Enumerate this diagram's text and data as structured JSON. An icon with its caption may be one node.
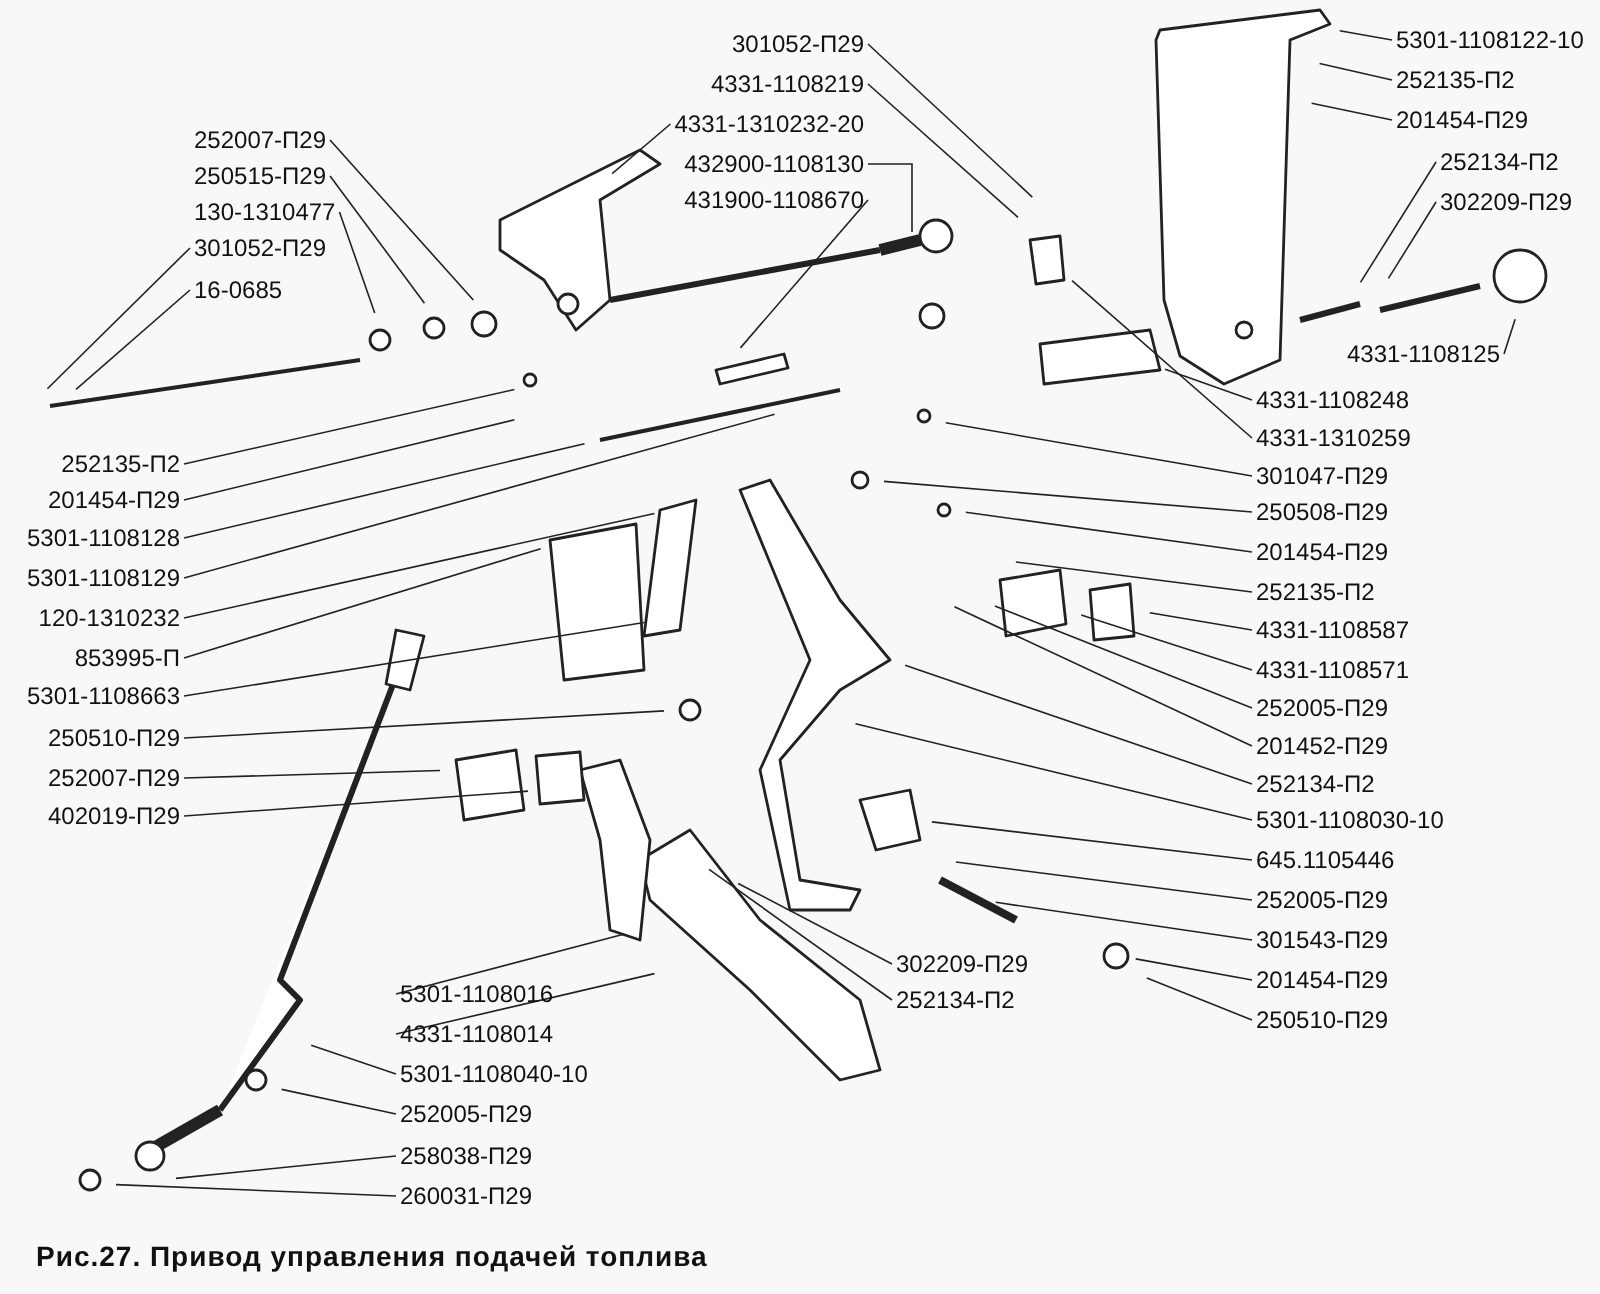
{
  "diagram": {
    "caption": "Рис.27. Привод управления подачей топлива",
    "nodes": [
      {
        "text": [
          "301052-П29"
        ]
      },
      {
        "text": [
          "4331-1108219"
        ]
      },
      {
        "text": [
          "4331-1310232-20"
        ]
      },
      {
        "text": [
          "432900-1108130"
        ]
      },
      {
        "text": [
          "431900-1108670"
        ]
      },
      {
        "text": [
          "252007-П29"
        ]
      },
      {
        "text": [
          "250515-П29"
        ]
      },
      {
        "text": [
          "130-1310477"
        ]
      },
      {
        "text": [
          "301052-П29"
        ]
      },
      {
        "text": [
          "16-0685"
        ]
      },
      {
        "text": [
          "252135-П2"
        ]
      },
      {
        "text": [
          "201454-П29"
        ]
      },
      {
        "text": [
          "5301-1108128"
        ]
      },
      {
        "text": [
          "5301-1108129"
        ]
      },
      {
        "text": [
          "120-1310232"
        ]
      },
      {
        "text": [
          "853995-П"
        ]
      },
      {
        "text": [
          "5301-1108663"
        ]
      },
      {
        "text": [
          "250510-П29"
        ]
      },
      {
        "text": [
          "252007-П29"
        ]
      },
      {
        "text": [
          "402019-П29"
        ]
      },
      {
        "text": [
          "5301-1108122-10"
        ]
      },
      {
        "text": [
          "252135-П2"
        ]
      },
      {
        "text": [
          "201454-П29"
        ]
      },
      {
        "text": [
          "252134-П2"
        ]
      },
      {
        "text": [
          "302209-П29"
        ]
      },
      {
        "text": [
          "4331-1108125"
        ]
      },
      {
        "text": [
          "4331-1108248"
        ]
      },
      {
        "text": [
          "4331-1310259"
        ]
      },
      {
        "text": [
          "301047-П29"
        ]
      },
      {
        "text": [
          "250508-П29"
        ]
      },
      {
        "text": [
          "201454-П29"
        ]
      },
      {
        "text": [
          "252135-П2"
        ]
      },
      {
        "text": [
          "4331-1108587"
        ]
      },
      {
        "text": [
          "4331-1108571"
        ]
      },
      {
        "text": [
          "252005-П29"
        ]
      },
      {
        "text": [
          "201452-П29"
        ]
      },
      {
        "text": [
          "252134-П2"
        ]
      },
      {
        "text": [
          "5301-1108030-10"
        ]
      },
      {
        "text": [
          "645.1105446"
        ]
      },
      {
        "text": [
          "252005-П29"
        ]
      },
      {
        "text": [
          "301543-П29"
        ]
      },
      {
        "text": [
          "201454-П29"
        ]
      },
      {
        "text": [
          "250510-П29"
        ]
      },
      {
        "text": [
          "302209-П29"
        ]
      },
      {
        "text": [
          "252134-П2"
        ]
      },
      {
        "text": [
          "5301-1108016"
        ]
      },
      {
        "text": [
          "4331-1108014"
        ]
      },
      {
        "text": [
          "5301-1108040-10"
        ]
      },
      {
        "text": [
          "252005-П29"
        ]
      },
      {
        "text": [
          "258038-П29"
        ]
      },
      {
        "text": [
          "260031-П29"
        ]
      }
    ],
    "edges": [
      {
        "from": 0,
        "to": null,
        "arrow": "none"
      },
      {
        "from": 1,
        "to": null,
        "arrow": "none"
      },
      {
        "from": 2,
        "to": null,
        "arrow": "none"
      },
      {
        "from": 3,
        "to": null,
        "arrow": "none"
      },
      {
        "from": 4,
        "to": null,
        "arrow": "none"
      },
      {
        "from": 5,
        "to": null,
        "arrow": "none"
      },
      {
        "from": 6,
        "to": null,
        "arrow": "none"
      },
      {
        "from": 7,
        "to": null,
        "arrow": "none"
      },
      {
        "from": 8,
        "to": null,
        "arrow": "none"
      },
      {
        "from": 9,
        "to": null,
        "arrow": "none"
      },
      {
        "from": 10,
        "to": null,
        "arrow": "none"
      },
      {
        "from": 11,
        "to": null,
        "arrow": "none"
      },
      {
        "from": 12,
        "to": null,
        "arrow": "none"
      },
      {
        "from": 13,
        "to": null,
        "arrow": "none"
      },
      {
        "from": 14,
        "to": null,
        "arrow": "none"
      },
      {
        "from": 15,
        "to": null,
        "arrow": "none"
      },
      {
        "from": 16,
        "to": null,
        "arrow": "none"
      },
      {
        "from": 17,
        "to": null,
        "arrow": "none"
      },
      {
        "from": 18,
        "to": null,
        "arrow": "none"
      },
      {
        "from": 19,
        "to": null,
        "arrow": "none"
      },
      {
        "from": 20,
        "to": null,
        "arrow": "none"
      },
      {
        "from": 21,
        "to": null,
        "arrow": "none"
      },
      {
        "from": 22,
        "to": null,
        "arrow": "none"
      },
      {
        "from": 23,
        "to": null,
        "arrow": "none"
      },
      {
        "from": 24,
        "to": null,
        "arrow": "none"
      },
      {
        "from": 25,
        "to": null,
        "arrow": "none"
      },
      {
        "from": 26,
        "to": null,
        "arrow": "none"
      },
      {
        "from": 27,
        "to": null,
        "arrow": "none"
      },
      {
        "from": 28,
        "to": null,
        "arrow": "none"
      },
      {
        "from": 29,
        "to": null,
        "arrow": "none"
      },
      {
        "from": 30,
        "to": null,
        "arrow": "none"
      },
      {
        "from": 31,
        "to": null,
        "arrow": "none"
      },
      {
        "from": 32,
        "to": null,
        "arrow": "none"
      },
      {
        "from": 33,
        "to": null,
        "arrow": "none"
      },
      {
        "from": 34,
        "to": null,
        "arrow": "none"
      },
      {
        "from": 35,
        "to": null,
        "arrow": "none"
      },
      {
        "from": 36,
        "to": null,
        "arrow": "none"
      },
      {
        "from": 37,
        "to": null,
        "arrow": "none"
      },
      {
        "from": 38,
        "to": null,
        "arrow": "none"
      },
      {
        "from": 39,
        "to": null,
        "arrow": "none"
      },
      {
        "from": 40,
        "to": null,
        "arrow": "none"
      },
      {
        "from": 41,
        "to": null,
        "arrow": "none"
      },
      {
        "from": 42,
        "to": null,
        "arrow": "none"
      },
      {
        "from": 43,
        "to": null,
        "arrow": "none"
      },
      {
        "from": 44,
        "to": null,
        "arrow": "none"
      },
      {
        "from": 45,
        "to": null,
        "arrow": "none"
      },
      {
        "from": 46,
        "to": null,
        "arrow": "none"
      },
      {
        "from": 47,
        "to": null,
        "arrow": "none"
      },
      {
        "from": 48,
        "to": null,
        "arrow": "none"
      },
      {
        "from": 49,
        "to": null,
        "arrow": "none"
      },
      {
        "from": 50,
        "to": null,
        "arrow": "none"
      }
    ]
  }
}
